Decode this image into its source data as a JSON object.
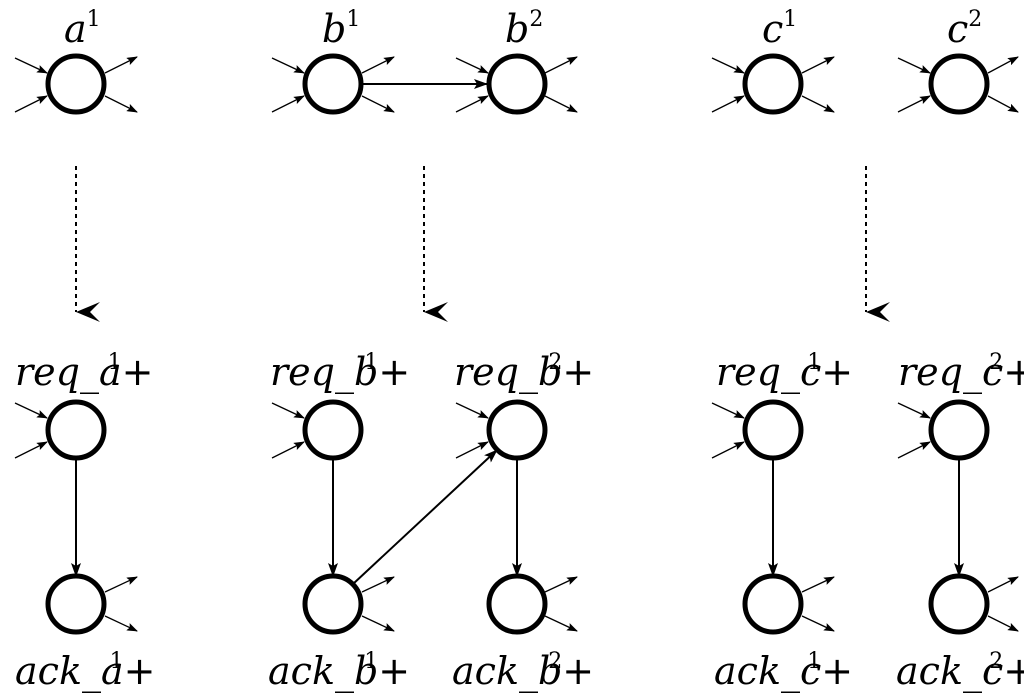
{
  "labels": {
    "a1": {
      "base": "a",
      "sup": "1",
      "suffix": ""
    },
    "b1": {
      "base": "b",
      "sup": "1",
      "suffix": ""
    },
    "b2": {
      "base": "b",
      "sup": "2",
      "suffix": ""
    },
    "c1": {
      "base": "c",
      "sup": "1",
      "suffix": ""
    },
    "c2": {
      "base": "c",
      "sup": "2",
      "suffix": ""
    },
    "req_a1": {
      "base": "req_a",
      "sup": "1",
      "suffix": "+"
    },
    "req_b1": {
      "base": "req_b",
      "sup": "1",
      "suffix": "+"
    },
    "req_b2": {
      "base": "req_b",
      "sup": "2",
      "suffix": "+"
    },
    "req_c1": {
      "base": "req_c",
      "sup": "1",
      "suffix": "+"
    },
    "req_c2": {
      "base": "req_c",
      "sup": "2",
      "suffix": "+"
    },
    "ack_a1": {
      "base": "ack_a",
      "sup": "1",
      "suffix": "+"
    },
    "ack_b1": {
      "base": "ack_b",
      "sup": "1",
      "suffix": "+"
    },
    "ack_b2": {
      "base": "ack_b",
      "sup": "2",
      "suffix": "+"
    },
    "ack_c1": {
      "base": "ack_c",
      "sup": "1",
      "suffix": "+"
    },
    "ack_c2": {
      "base": "ack_c",
      "sup": "2",
      "suffix": "+"
    }
  }
}
